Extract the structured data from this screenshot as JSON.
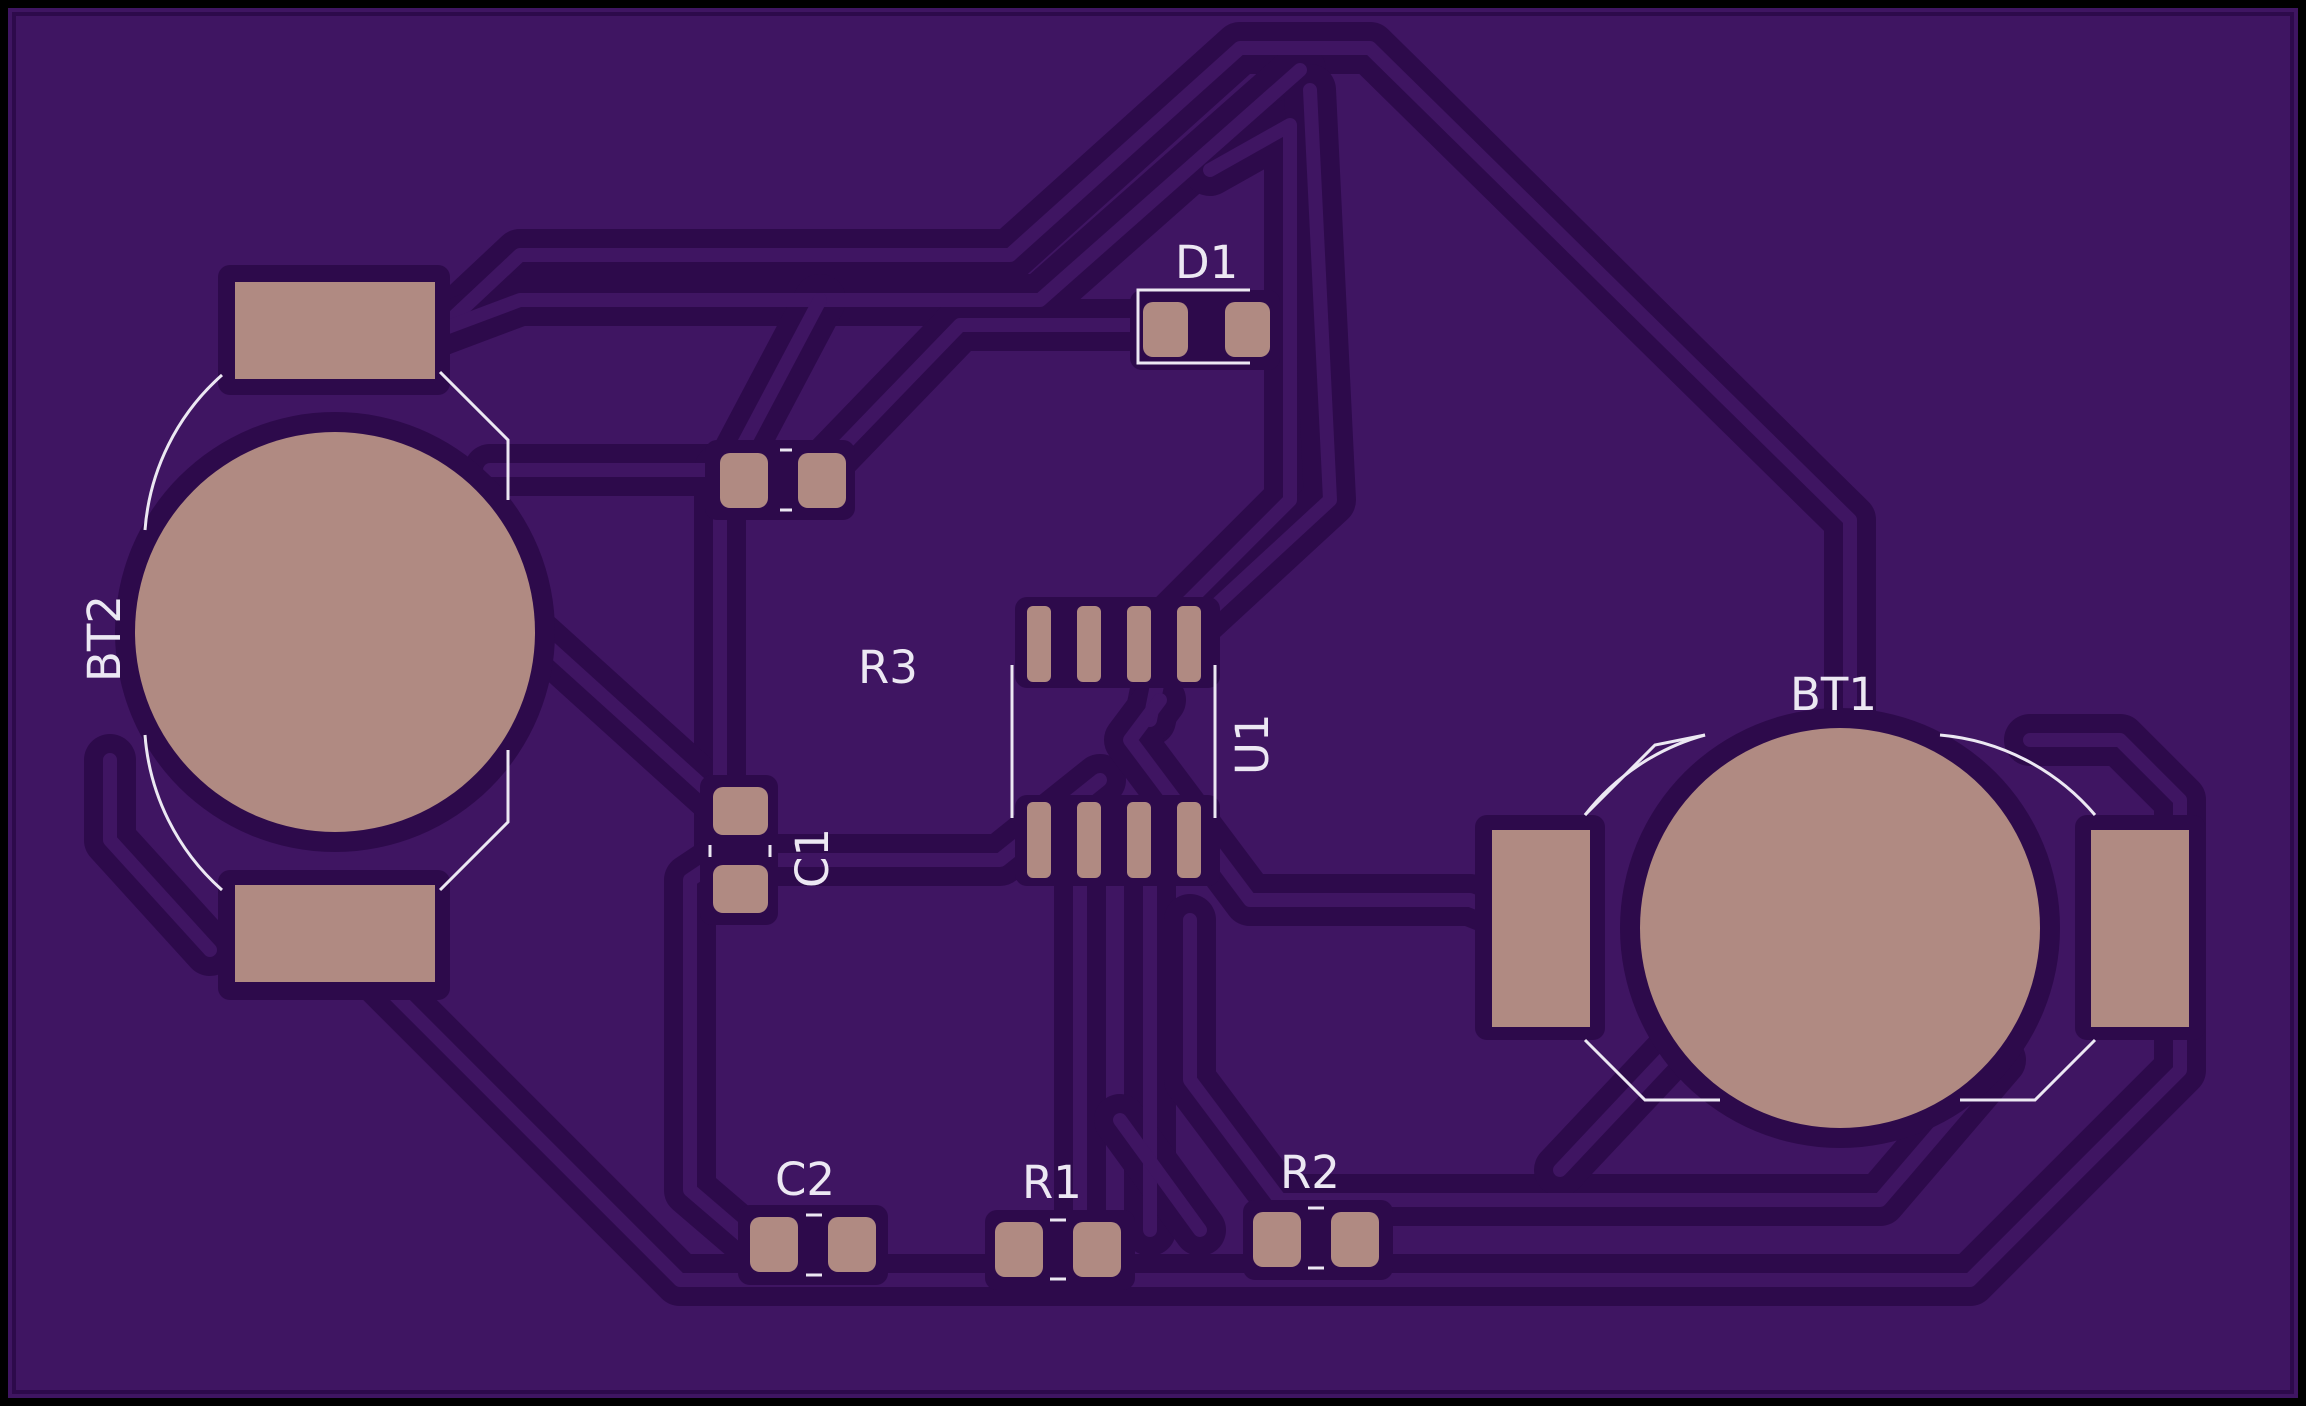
{
  "board": {
    "colors": {
      "edge": "#000000",
      "substrate": "#3f1562",
      "copper_fill": "#3f1562",
      "clearance": "#2d0a4b",
      "trace": "#3f1562",
      "pad": "#b08a82",
      "silkscreen": "#ece8f3"
    }
  },
  "labels": {
    "bt1": "BT1",
    "bt2": "BT2",
    "d1": "D1",
    "r1": "R1",
    "r2": "R2",
    "r3": "R3",
    "c1": "C1",
    "c2": "C2",
    "u1": "U1"
  }
}
